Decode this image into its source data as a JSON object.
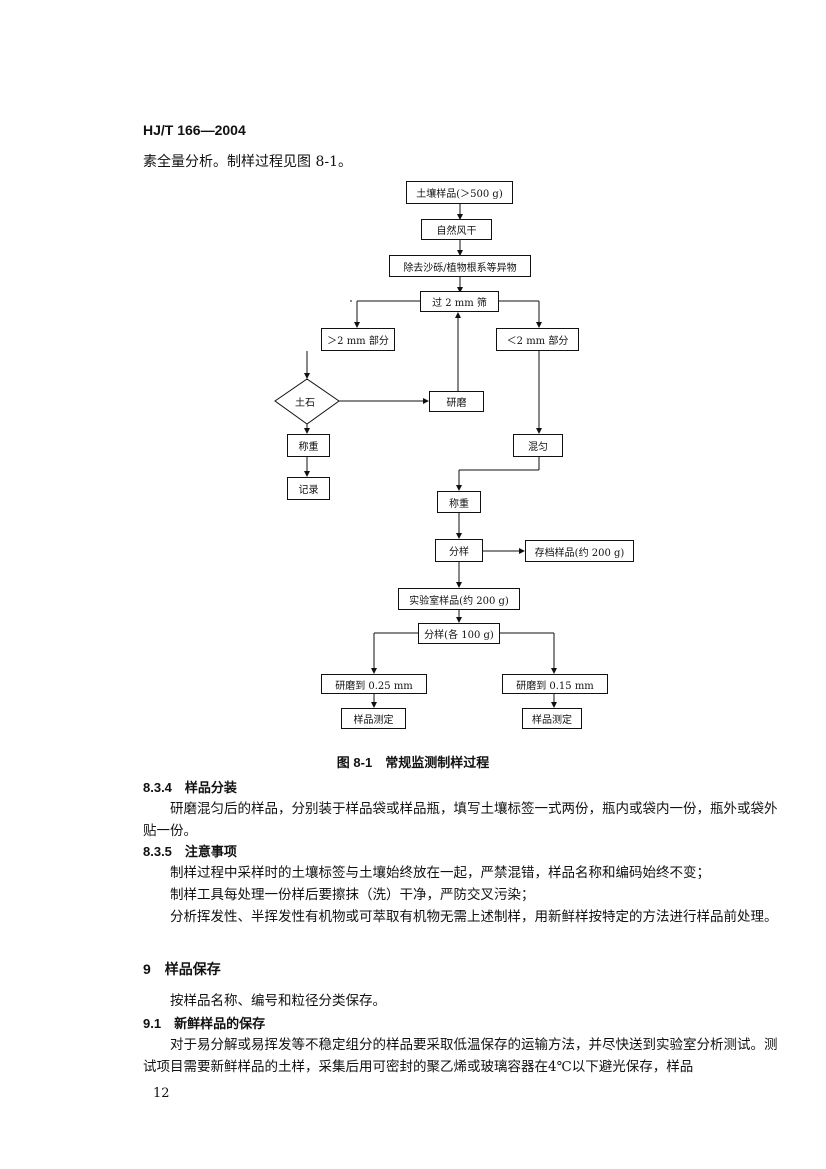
{
  "header": {
    "std_code": "HJ/T 166—2004"
  },
  "intro_line": "素全量分析。制样过程见图 8-1。",
  "flow": {
    "soil_sample": "土壤样品(＞500 g)",
    "air_dry": "自然风干",
    "remove": "除去沙砾/植物根系等异物",
    "sieve2": "过 2 mm 筛",
    "gt2": "＞2 mm 部分",
    "lt2": "＜2 mm 部分",
    "soil_stone": "土石",
    "grind": "研磨",
    "weigh_a": "称重",
    "record": "记录",
    "mix": "混匀",
    "weigh_b": "称重",
    "split": "分样",
    "archive": "存档样品(约 200 g)",
    "lab_sample": "实验室样品(约 200 g)",
    "split100": "分样(各 100 g)",
    "grind025": "研磨到 0.25 mm",
    "grind015": "研磨到 0.15 mm",
    "measure_a": "样品测定",
    "measure_b": "样品测定"
  },
  "figure_caption": "图 8-1　常规监测制样过程",
  "sections": [
    {
      "title": "8.3.4　样品分装"
    },
    {
      "title": "8.3.5　注意事项"
    },
    {
      "title": "9　样品保存"
    },
    {
      "title": "9.1　新鲜样品的保存"
    }
  ],
  "paragraphs": {
    "p834": "研磨混匀后的样品，分别装于样品袋或样品瓶，填写土壤标签一式两份，瓶内或袋内一份，瓶外或袋外贴一份。",
    "p835a": "制样过程中采样时的土壤标签与土壤始终放在一起，严禁混错，样品名称和编码始终不变；",
    "p835b": "制样工具每处理一份样后要擦抹（洗）干净，严防交叉污染；",
    "p835c": "分析挥发性、半挥发性有机物或可萃取有机物无需上述制样，用新鲜样按特定的方法进行样品前处理。",
    "p9": "按样品名称、编号和粒径分类保存。",
    "p91": "对于易分解或易挥发等不稳定组分的样品要采取低温保存的运输方法，并尽快送到实验室分析测试。测试项目需要新鲜样品的土样，采集后用可密封的聚乙烯或玻璃容器在4℃以下避光保存，样品"
  },
  "page_number": "12"
}
